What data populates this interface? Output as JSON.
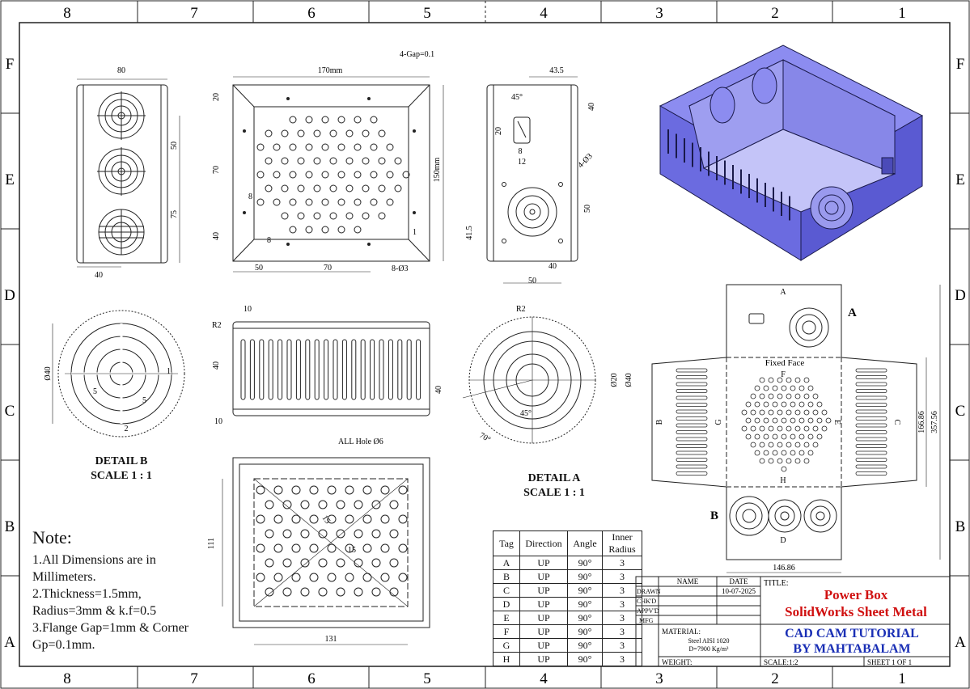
{
  "border": {
    "columns": [
      "8",
      "7",
      "6",
      "5",
      "4",
      "3",
      "2",
      "1"
    ],
    "rows": [
      "F",
      "E",
      "D",
      "C",
      "B",
      "A"
    ]
  },
  "dims": {
    "front_width": "80",
    "front_50": "50",
    "front_75": "75",
    "front_40": "40",
    "top_width": "170mm",
    "gap": "4-Gap=0.1",
    "top_height": "150mm",
    "top_20": "20",
    "top_70": "70",
    "top_40": "40",
    "top_8a": "8",
    "top_8b": "8",
    "top_50": "50",
    "top_70b": "70",
    "top_1": "1",
    "top_holes": "8-Ø3",
    "side_43_5": "43.5",
    "side_45deg": "45°",
    "side_40": "40",
    "side_20": "20",
    "side_8": "8",
    "side_12": "12",
    "side_holes": "4-Ø3",
    "side_50": "50",
    "side_41_5": "41.5",
    "side_40b": "40",
    "side_50b": "50",
    "detb_dia": "Ø40",
    "detb_1": "1",
    "detb_2": "2",
    "detb_5a": "5",
    "detb_5b": "5",
    "slot_r2": "R2",
    "slot_10a": "10",
    "slot_40": "40",
    "slot_40b": "40",
    "slot_10b": "10",
    "deta_r2": "R2",
    "deta_20": "Ø20",
    "deta_40": "Ø40",
    "deta_45": "45°",
    "deta_70": "70°",
    "bottom_holes": "ALL Hole Ø6",
    "bottom_15a": "15",
    "bottom_15b": "15",
    "bottom_111": "111",
    "bottom_131": "131",
    "flat_fixed": "Fixed Face",
    "flat_166": "166.86",
    "flat_357": "357.56",
    "flat_146": "146.86",
    "flat_A": "A",
    "flat_B": "B",
    "flat_C": "C",
    "flat_D": "D",
    "flat_E": "E",
    "flat_F": "F",
    "flat_G": "G",
    "flat_H": "H",
    "tag_A": "A",
    "tag_B": "B"
  },
  "details": {
    "detail_b": "DETAIL B",
    "detail_b_scale": "SCALE 1 : 1",
    "detail_a": "DETAIL A",
    "detail_a_scale": "SCALE 1 : 1"
  },
  "note": {
    "title": "Note:",
    "lines": [
      "1.All Dimensions are in",
      "Millimeters.",
      "2.Thickness=1.5mm,",
      "Radius=3mm & k.f=0.5",
      "3.Flange Gap=1mm & Corner",
      "Gp=0.1mm."
    ]
  },
  "bend_table": {
    "headers": [
      "Tag",
      "Direction",
      "Angle",
      "Inner Radius"
    ],
    "rows": [
      [
        "A",
        "UP",
        "90°",
        "3"
      ],
      [
        "B",
        "UP",
        "90°",
        "3"
      ],
      [
        "C",
        "UP",
        "90°",
        "3"
      ],
      [
        "D",
        "UP",
        "90°",
        "3"
      ],
      [
        "E",
        "UP",
        "90°",
        "3"
      ],
      [
        "F",
        "UP",
        "90°",
        "3"
      ],
      [
        "G",
        "UP",
        "90°",
        "3"
      ],
      [
        "H",
        "UP",
        "90°",
        "3"
      ]
    ]
  },
  "title_block": {
    "name_h": "NAME",
    "date_h": "DATE",
    "drawn": "DRAWN",
    "chkd": "CHK'D",
    "appvd": "APPV'D",
    "mfg": "MFG",
    "date_val": "10-07-2025",
    "title_label": "TITLE:",
    "title1": "Power Box",
    "title2": "SolidWorks Sheet Metal",
    "material_label": "MATERIAL:",
    "material1": "Steel AISI 1020",
    "material2": "D=7900 Kg/m³",
    "company1": "CAD CAM TUTORIAL",
    "company2": "BY MAHTABALAM",
    "weight": "WEIGHT:",
    "scale": "SCALE:1:2",
    "sheet": "SHEET 1 OF 1"
  },
  "colors": {
    "model": "#7272e6",
    "model_dark": "#4b4bb8",
    "model_light": "#a9a9f2",
    "title_red": "#d01010",
    "company_blue": "#1a2fb5"
  }
}
